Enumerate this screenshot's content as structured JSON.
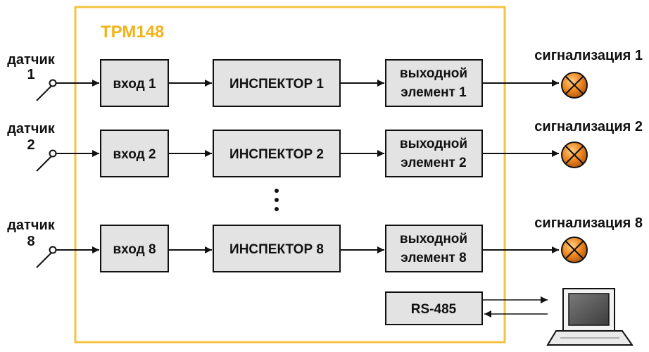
{
  "device": {
    "title": "ТРМ148"
  },
  "channels": [
    {
      "sensor": {
        "word": "датчик",
        "num": "1"
      },
      "input": "вход 1",
      "inspector": "ИНСПЕКТОР 1",
      "output": {
        "line1": "выходной",
        "line2": "элемент 1"
      },
      "alarm": "сигнализация 1"
    },
    {
      "sensor": {
        "word": "датчик",
        "num": "2"
      },
      "input": "вход 2",
      "inspector": "ИНСПЕКТОР 2",
      "output": {
        "line1": "выходной",
        "line2": "элемент 2"
      },
      "alarm": "сигнализация 2"
    },
    {
      "sensor": {
        "word": "датчик",
        "num": "8"
      },
      "input": "вход 8",
      "inspector": "ИНСПЕКТОР 8",
      "output": {
        "line1": "выходной",
        "line2": "элемент 8"
      },
      "alarm": "сигнализация 8"
    }
  ],
  "interface": {
    "label": "RS-485"
  },
  "colors": {
    "frame": "#f5c342",
    "title": "#f2b31b",
    "box_fill": "#e3e3e3",
    "lamp": "#e8791c",
    "line": "#111111"
  },
  "icons": [
    "switch-icon",
    "lamp-icon",
    "laptop-icon",
    "ellipsis-icon"
  ]
}
